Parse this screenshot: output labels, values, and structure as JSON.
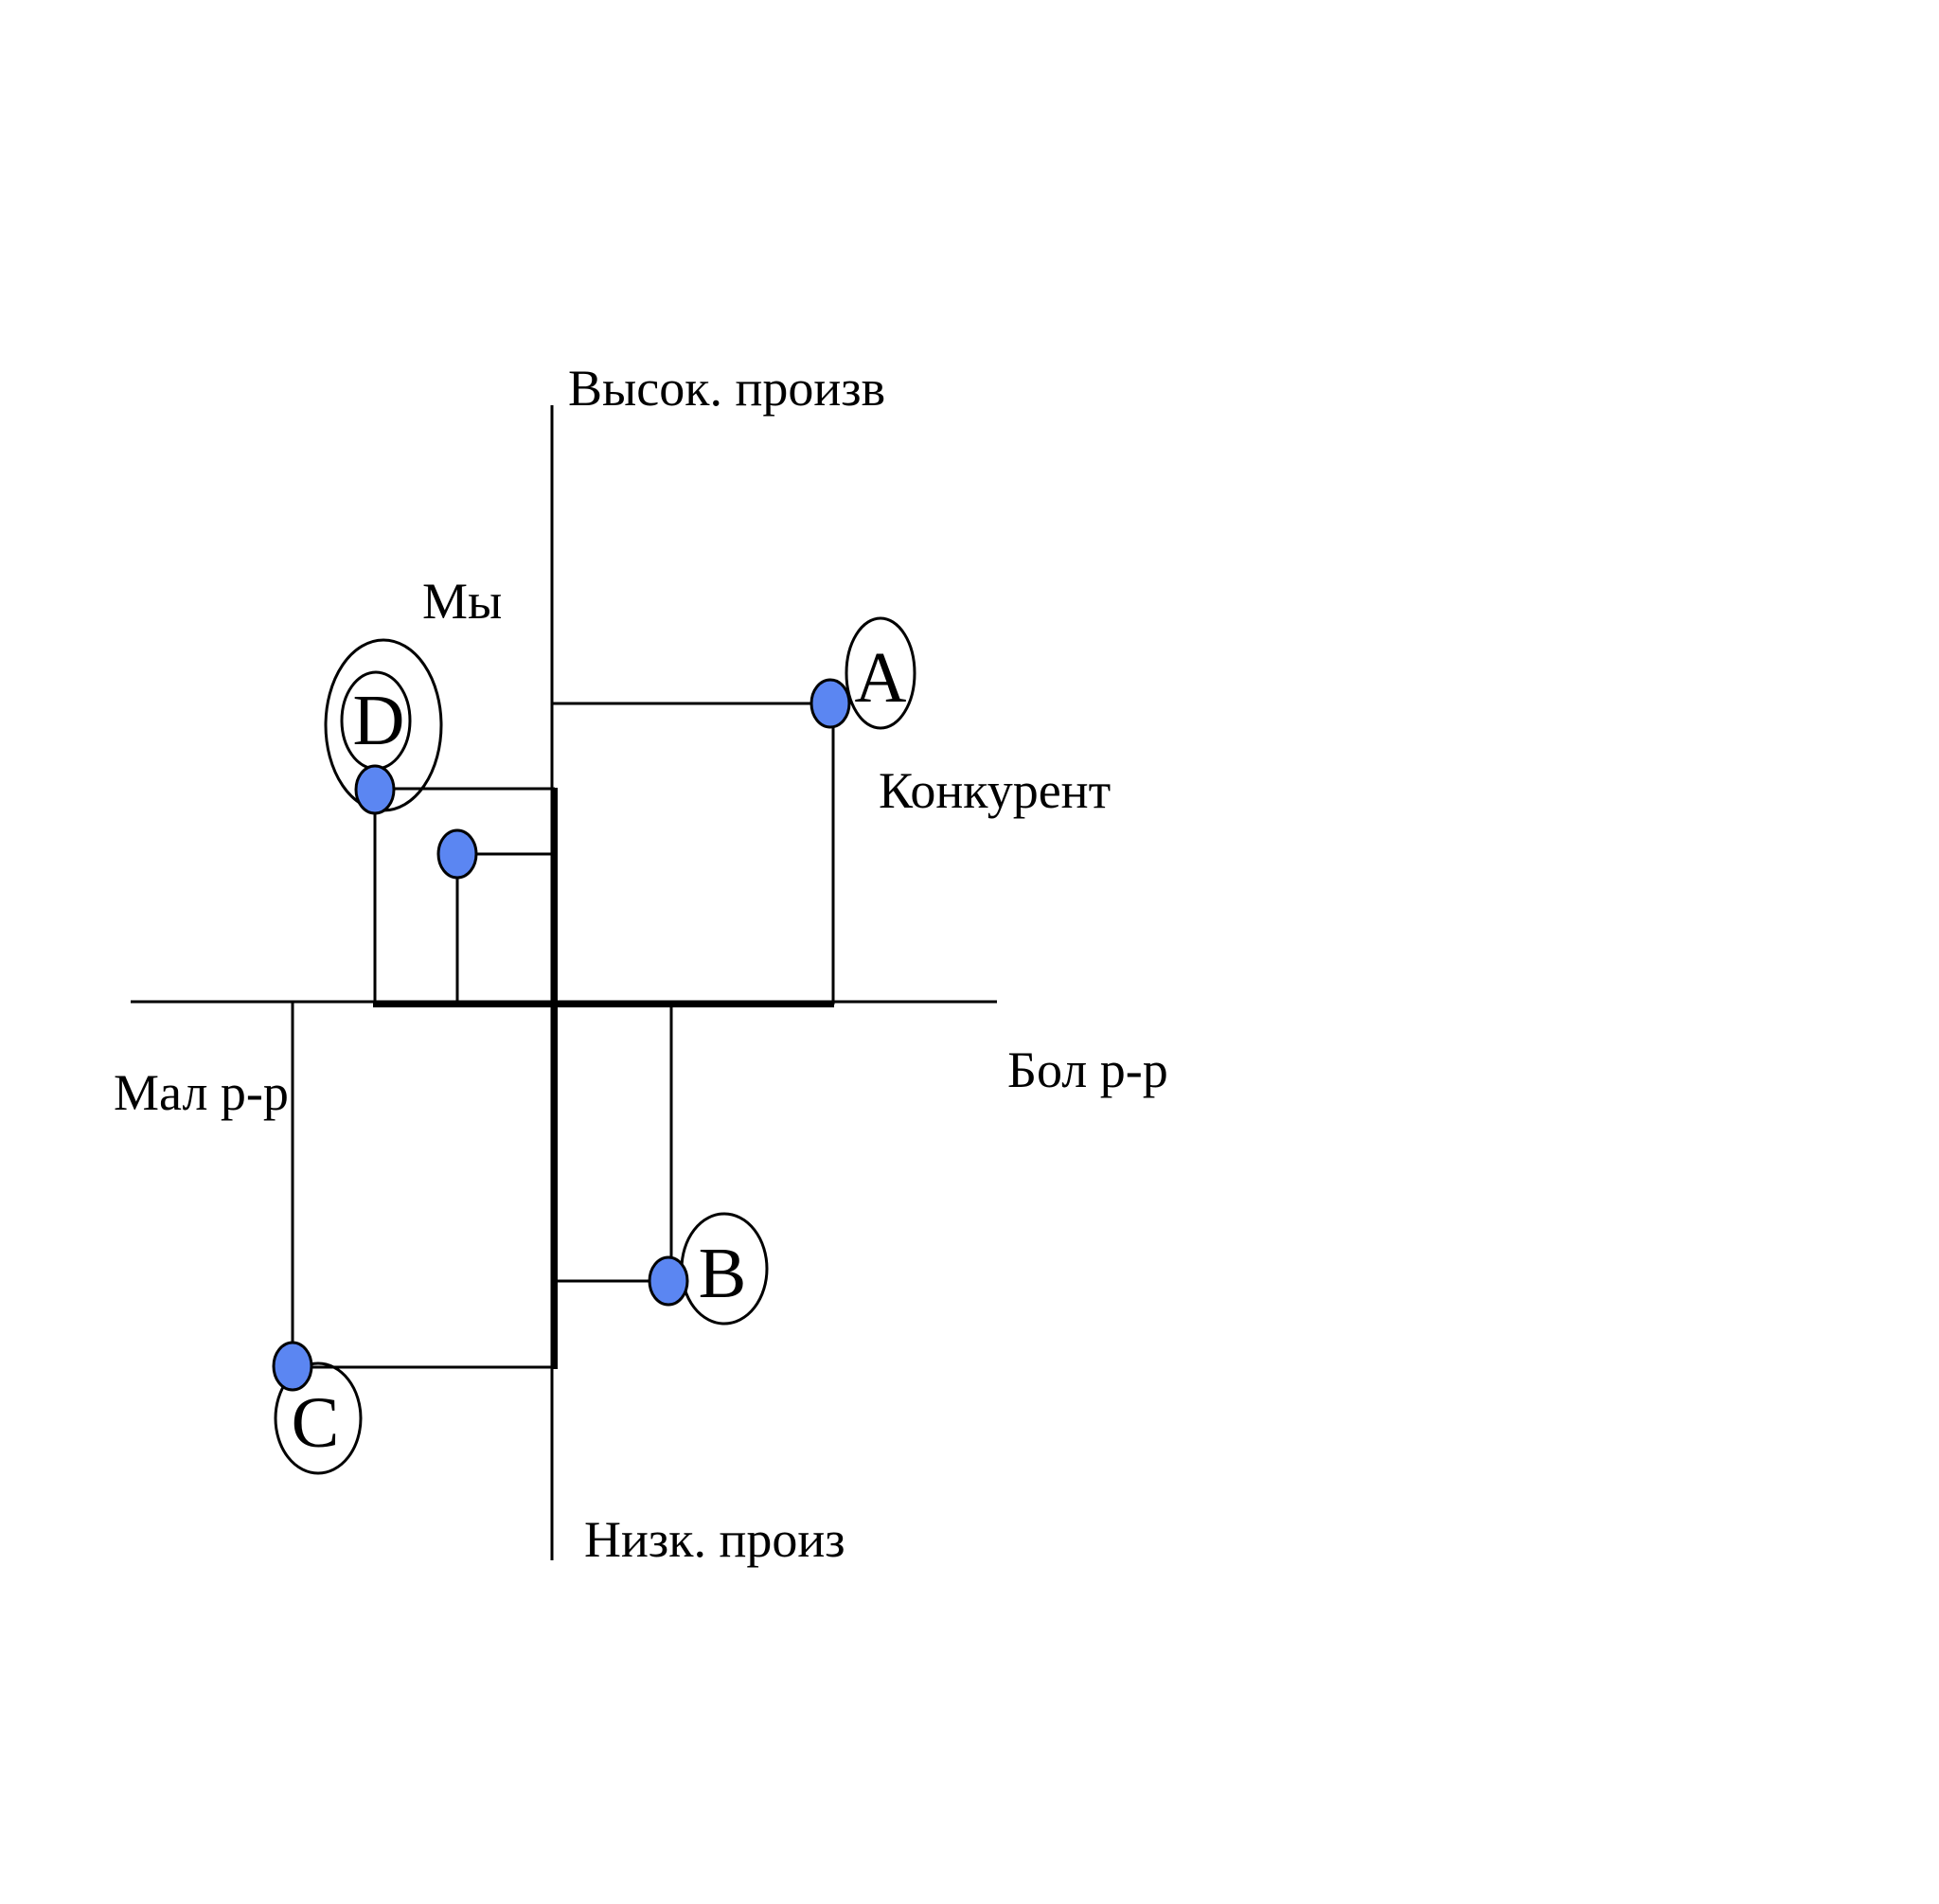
{
  "axes": {
    "top": "Высок. произв",
    "bottom": "Низк. произ",
    "left": "Мал р-р",
    "right": "Бол р-р"
  },
  "annotations": {
    "us": "Мы",
    "competitor": "Конкурент"
  },
  "points": {
    "a": "A",
    "b": "B",
    "c": "C",
    "d": "D"
  },
  "colors": {
    "marker": "#5b86f2",
    "line": "#000000"
  }
}
